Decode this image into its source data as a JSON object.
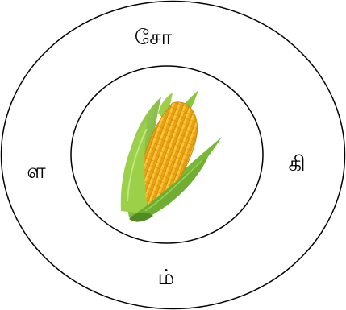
{
  "puzzle": {
    "syllables": {
      "top": "சோ",
      "left": "ள",
      "right": "கி",
      "bottom": "ம்"
    },
    "center_image_icon": "corn-icon"
  },
  "colors": {
    "ring_stroke": "#000000",
    "background": "#ffffff",
    "corn_kernel": "#f4b21a",
    "corn_husk": "#8cc63f"
  }
}
